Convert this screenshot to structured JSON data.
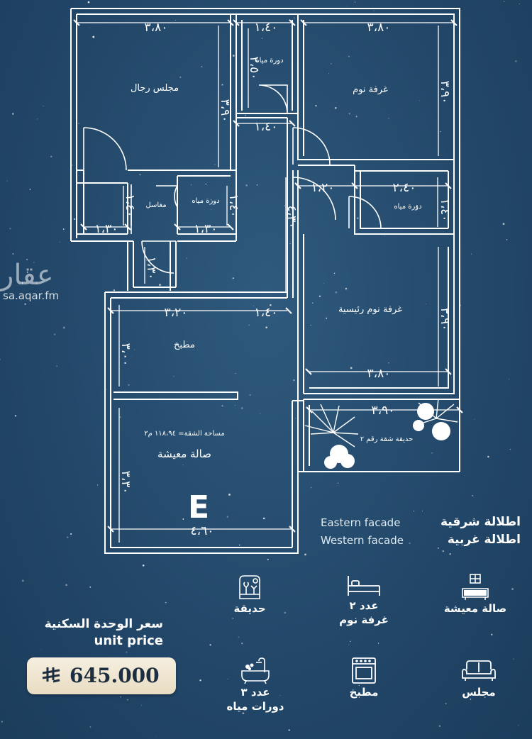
{
  "watermark": {
    "brand": "عقار",
    "url": "sa.aqar.fm"
  },
  "plan": {
    "unit_letter": "E",
    "area_label": "مساحة الشقة= ١١٨،٩٤ م٢",
    "rooms": {
      "majlis": "مجلس رجال",
      "bedroom": "غرفة نوم",
      "master_bedroom": "غرفة نوم رئيسية",
      "kitchen": "مطبخ",
      "living": "صالة معيشة",
      "sinks": "مغاسل",
      "wc1": "دورة مياه",
      "wc2": "دورة مياه",
      "wc3": "دورة مياه",
      "garden": "حديقة شقة رقم ٢"
    },
    "dims": {
      "top_left": "٣،٨٠",
      "top_mid": "١،٤٠",
      "top_right": "٣،٨٠",
      "wc_top_h": "٢،٥٠",
      "majlis_h": "٣،٩٠",
      "bed_h": "٣،٩٠",
      "wc_bottom": "١،٤٠",
      "corridor_top": "١،٢٠",
      "wc_right_w": "٢،٤٠",
      "wc_right_h": "١،٤٠",
      "corr_h": "٤،٣٠",
      "sinks_h": "١،٤٠",
      "sinks_w": "١،٣٠",
      "wc_small_w": "١،٣٠",
      "wc_small_h": "١،٤٠",
      "lobby_h": "١،٣٠",
      "kitchen_w": "٣،٢٠",
      "corr_w": "١،٤٠",
      "master_h": "٣،٩٠",
      "master_w": "٣،٨٠",
      "kitchen_h": "٣،٠٠",
      "garden_w": "٣،٩٠",
      "living_h": "٣،٣٠",
      "living_w": "٤،٦٠"
    }
  },
  "facades": [
    {
      "en": "Eastern facade",
      "ar": "اطلالة شرقية"
    },
    {
      "en": "Western facade",
      "ar": "اطلالة غربية"
    }
  ],
  "features": [
    {
      "icon": "garden-plant-icon",
      "line1": "حديقة",
      "line2": ""
    },
    {
      "icon": "bed-icon",
      "line1": "عدد ٢",
      "line2": "غرفة نوم"
    },
    {
      "icon": "sofa-icon",
      "line1": "صالة معيشة",
      "line2": ""
    },
    {
      "icon": "bathtub-icon",
      "line1": "عدد ٣",
      "line2": "دورات مياه"
    },
    {
      "icon": "oven-icon",
      "line1": "مطبخ",
      "line2": ""
    },
    {
      "icon": "couch-icon",
      "line1": "مجلس",
      "line2": ""
    }
  ],
  "price": {
    "label_ar": "سعر الوحدة السكنية",
    "label_en": "unit price",
    "value": "645.000",
    "currency_icon": "riyal-icon"
  },
  "colors": {
    "background": "#23486a",
    "price_box": "#f1e8d4",
    "price_text": "#1d2e40"
  }
}
